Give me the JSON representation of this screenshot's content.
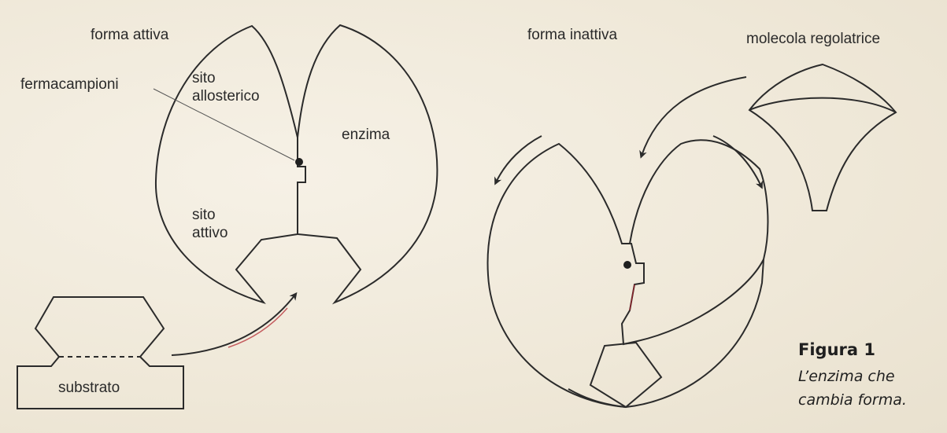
{
  "labels": {
    "active_form": "forma attiva",
    "inactive_form": "forma inattiva",
    "regulator": "molecola regolatrice",
    "paperclip": "fermacampioni",
    "allosteric_site_1": "sito",
    "allosteric_site_2": "allosterico",
    "enzyme": "enzima",
    "active_site_1": "sito",
    "active_site_2": "attivo",
    "substrate": "substrato"
  },
  "caption": {
    "title": "Figura 1",
    "line1": "L’enzima che",
    "line2": "cambia forma."
  },
  "colors": {
    "line": "#2b2b2b",
    "accent_red": "#b0202a"
  }
}
